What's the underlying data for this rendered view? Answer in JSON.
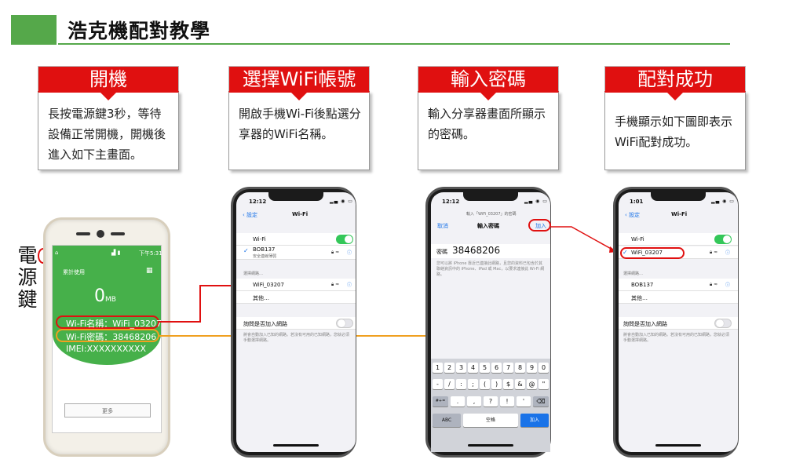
{
  "title": "浩克機配對教學",
  "colors": {
    "brand_green": "#55a84a",
    "step_red": "#e01010",
    "ios_blue": "#1a73e8",
    "toggle_green": "#34c759",
    "connector_red": "#e01010",
    "connector_orange": "#f0a020"
  },
  "steps": [
    {
      "title": "開機",
      "desc": "長按電源鍵3秒，等待設備正常開機，開機後進入如下主畫面。"
    },
    {
      "title": "選擇WiFi帳號",
      "desc": "開啟手機Wi-Fi後點選分享器的WiFi名稱。"
    },
    {
      "title": "輸入密碼",
      "desc": "輸入分享器畫面所顯示的密碼。"
    },
    {
      "title": "配對成功",
      "desc": "手機顯示如下圖即表示WiFi配對成功。"
    }
  ],
  "side_label": [
    "電",
    "源",
    "鍵"
  ],
  "router": {
    "status_time": "下午5:31",
    "usage_label": "累計使用",
    "data_value": "0",
    "data_unit": "MB",
    "wifi_name": "Wi-Fi名稱：WiFi_03207",
    "wifi_password": "Wi-Fi密碼：38468206",
    "imei": "IMEI:XXXXXXXXXX",
    "more_button": "更多"
  },
  "phone1": {
    "time": "12:12",
    "back": "設定",
    "title": "Wi-Fi",
    "wifi_label": "Wi-Fi",
    "connected_name": "BOB137",
    "connected_sub": "安全連線薄弱",
    "section_header": "選擇網路…",
    "network": "WiFi_03207",
    "other": "其他…",
    "ask_label": "詢問是否加入網路",
    "footer": "將會自動加入已知的網路。若沒有可用的已知網路，您就必須手動選擇網路。"
  },
  "phone2": {
    "time": "12:12",
    "prompt": "輸入「WiFi_03207」的密碼",
    "cancel": "取消",
    "title": "輸入密碼",
    "join": "加入",
    "password_label": "密碼",
    "password_value": "38468206",
    "note": "您可以將 iPhone 靠近已連接此網路，且您的資料已包含於其聯絡資訊中的 iPhone、iPad 或 Mac，以要求連接此 Wi-Fi 網路。",
    "keyboard": {
      "row1": [
        "1",
        "2",
        "3",
        "4",
        "5",
        "6",
        "7",
        "8",
        "9",
        "0"
      ],
      "row2": [
        "-",
        "/",
        ":",
        ";",
        "(",
        ")",
        "$",
        "&",
        "@",
        "\""
      ],
      "row3_left": "#+=",
      "row3": [
        ".",
        ",",
        "?",
        "!",
        "'"
      ],
      "row3_right": "⌫",
      "abc": "ABC",
      "space": "空格",
      "join": "加入"
    }
  },
  "phone3": {
    "time": "1:01",
    "back": "設定",
    "title": "Wi-Fi",
    "wifi_label": "Wi-Fi",
    "connected_name": "WiFi_03207",
    "section_header": "選擇網路…",
    "network": "BOB137",
    "other": "其他…",
    "ask_label": "詢問是否加入網路",
    "footer": "將會自動加入已知的網路。若沒有可用的已知網路，您就必須手動選擇網路。"
  }
}
